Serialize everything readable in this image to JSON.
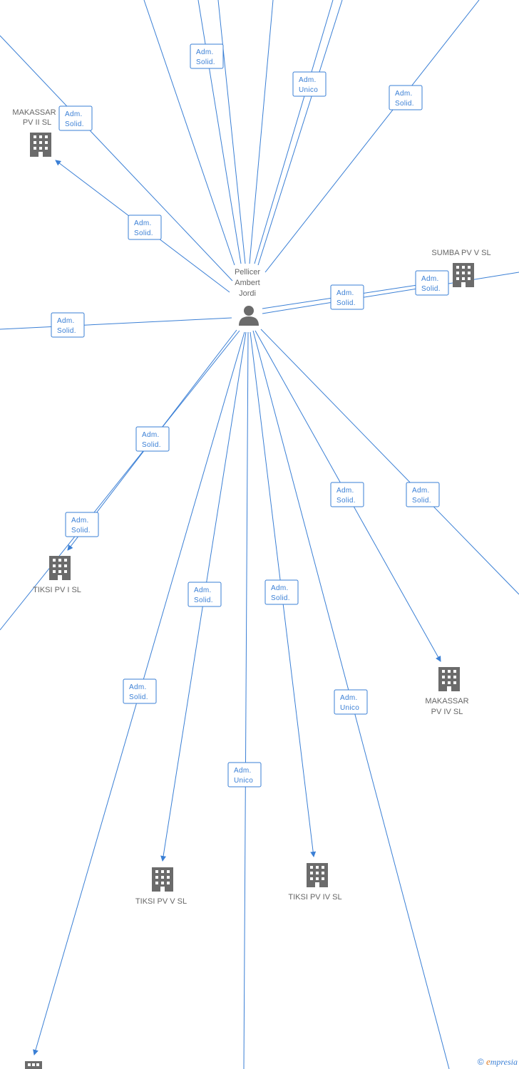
{
  "center": {
    "name_lines": [
      "Pellicer",
      "Ambert",
      "Jordi"
    ]
  },
  "companies": {
    "makassar_pv_ii": [
      "MAKASSAR",
      "PV II SL"
    ],
    "sumba_pv_v": [
      "SUMBA PV V SL"
    ],
    "tiksi_pv_i": [
      "TIKSI PV I SL"
    ],
    "makassar_pv_iv": [
      "MAKASSAR",
      "PV IV SL"
    ],
    "tiksi_pv_v": [
      "TIKSI PV V SL"
    ],
    "tiksi_pv_iv": [
      "TIKSI PV IV SL"
    ]
  },
  "relations": {
    "r1": [
      "Adm.",
      "Solid."
    ],
    "r2": [
      "Adm.",
      "Unico"
    ],
    "r3": [
      "Adm.",
      "Solid."
    ],
    "r4": [
      "Adm.",
      "Solid."
    ],
    "r5": [
      "Adm.",
      "Solid."
    ],
    "r6": [
      "Adm.",
      "Solid."
    ],
    "r7": [
      "Adm.",
      "Solid."
    ],
    "r8": [
      "Adm.",
      "Solid."
    ],
    "r9": [
      "Adm.",
      "Solid."
    ],
    "r10": [
      "Adm.",
      "Solid."
    ],
    "r11": [
      "Adm.",
      "Solid."
    ],
    "r12": [
      "Adm.",
      "Solid."
    ],
    "r13": [
      "Adm.",
      "Solid."
    ],
    "r14": [
      "Adm.",
      "Solid."
    ],
    "r15": [
      "Adm.",
      "Solid."
    ],
    "r16": [
      "Adm.",
      "Unico"
    ],
    "r17": [
      "Adm.",
      "Unico"
    ]
  },
  "footer": {
    "copyright": "©",
    "brand_initial": "e",
    "brand_rest": "mpresia"
  },
  "colors": {
    "edge": "#3a7fd5",
    "icon": "#6b6b6b",
    "label": "#666666",
    "brand": "#e07a20"
  }
}
